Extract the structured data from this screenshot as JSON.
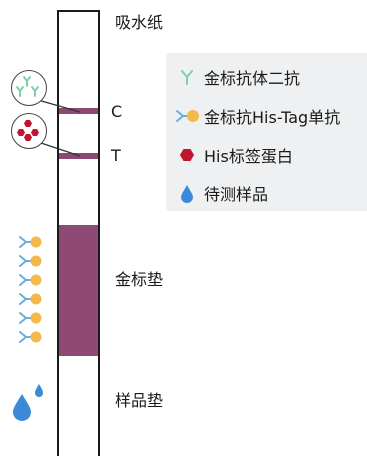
{
  "labels": {
    "absorbent_pad": "吸水纸",
    "c_line": "C",
    "t_line": "T",
    "conjugate_pad": "金标垫",
    "sample_pad": "样品垫"
  },
  "legend": {
    "items": [
      {
        "icon": "gold-secondary-antibody-icon",
        "text": "金标抗体二抗"
      },
      {
        "icon": "gold-his-tag-antibody-icon",
        "text": "金标抗His-Tag单抗"
      },
      {
        "icon": "his-protein-icon",
        "text": "His标签蛋白"
      },
      {
        "icon": "sample-drop-icon",
        "text": "待测样品"
      }
    ]
  },
  "colors": {
    "pad": "#8e4a74",
    "line": "#8a4a72",
    "antibody_green": "#7fcfa8",
    "antibody_blue": "#6aaee0",
    "gold": "#f5b84a",
    "protein_red": "#c0152a",
    "drop_blue": "#3a8ad8",
    "legend_bg": "#eef0f2"
  }
}
